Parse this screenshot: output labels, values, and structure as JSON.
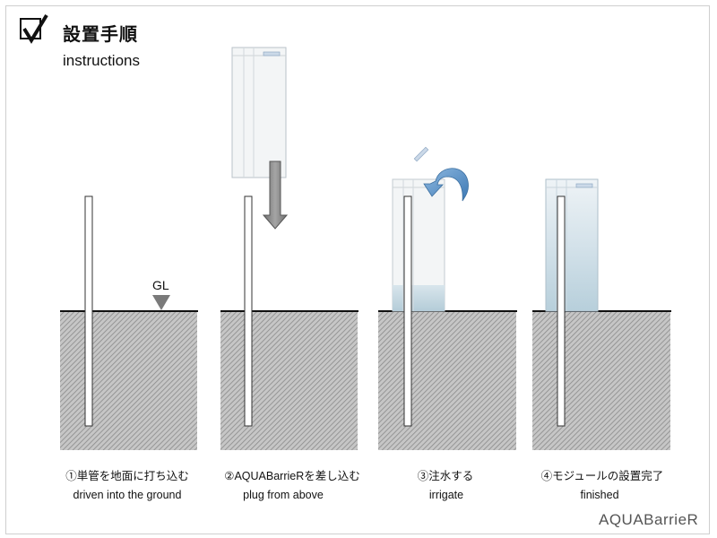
{
  "header": {
    "title": "設置手順",
    "subtitle": "instructions"
  },
  "ground_label": "GL",
  "steps": [
    {
      "jp": "①単管を地面に打ち込む",
      "en": "driven into the ground"
    },
    {
      "jp": "②AQUABarrieRを差し込む",
      "en": "plug from above"
    },
    {
      "jp": "③注水する",
      "en": "irrigate"
    },
    {
      "jp": "④モジュールの設置完了",
      "en": "finished"
    }
  ],
  "logo": "AQUABarrieR",
  "colors": {
    "ground_hatch": "#9a9a9a",
    "water": "#b8d0dd",
    "arrow_blue": "#5a92c8",
    "arrow_gray": "#8c8c8c"
  }
}
